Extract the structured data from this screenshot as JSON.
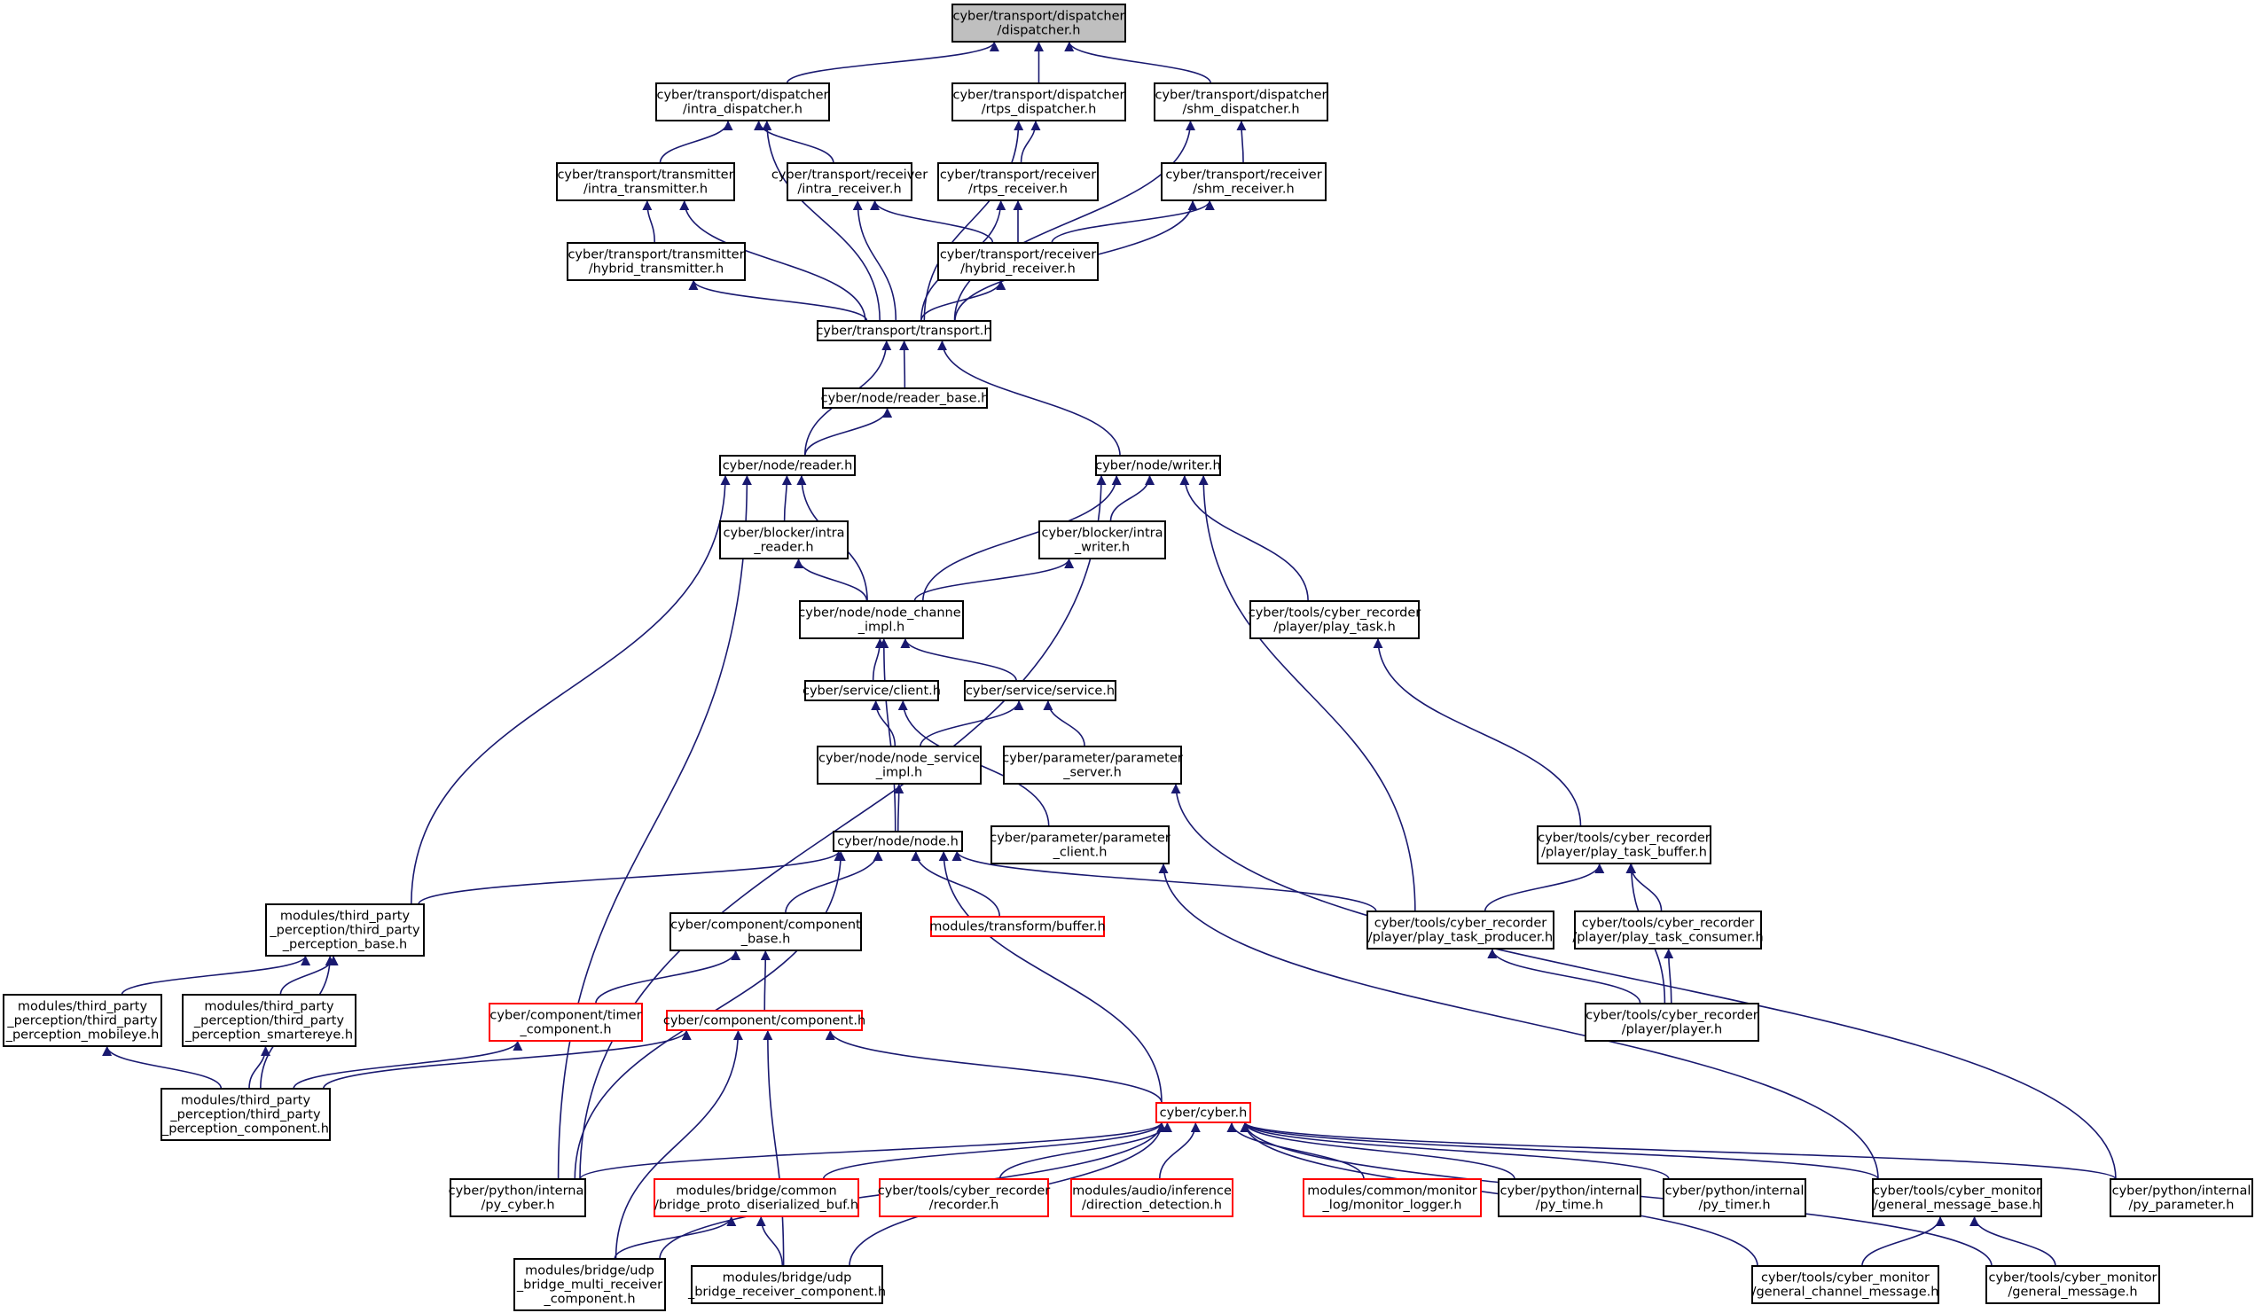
{
  "colors": {
    "edge": "#191970",
    "border_default": "#000000",
    "border_truncated": "#ff0000",
    "fill_root": "#bfbfbf",
    "fill_default": "#ffffff"
  },
  "nodes": [
    {
      "id": "dispatcher",
      "lines": [
        "cyber/transport/dispatcher",
        "/dispatcher.h"
      ],
      "style": "root"
    },
    {
      "id": "intra_dispatcher",
      "lines": [
        "cyber/transport/dispatcher",
        "/intra_dispatcher.h"
      ],
      "style": "normal"
    },
    {
      "id": "rtps_dispatcher",
      "lines": [
        "cyber/transport/dispatcher",
        "/rtps_dispatcher.h"
      ],
      "style": "normal"
    },
    {
      "id": "shm_dispatcher",
      "lines": [
        "cyber/transport/dispatcher",
        "/shm_dispatcher.h"
      ],
      "style": "normal"
    },
    {
      "id": "intra_transmitter",
      "lines": [
        "cyber/transport/transmitter",
        "/intra_transmitter.h"
      ],
      "style": "normal"
    },
    {
      "id": "intra_receiver",
      "lines": [
        "cyber/transport/receiver",
        "/intra_receiver.h"
      ],
      "style": "normal"
    },
    {
      "id": "rtps_receiver",
      "lines": [
        "cyber/transport/receiver",
        "/rtps_receiver.h"
      ],
      "style": "normal"
    },
    {
      "id": "shm_receiver",
      "lines": [
        "cyber/transport/receiver",
        "/shm_receiver.h"
      ],
      "style": "normal"
    },
    {
      "id": "hybrid_transmitter",
      "lines": [
        "cyber/transport/transmitter",
        "/hybrid_transmitter.h"
      ],
      "style": "normal"
    },
    {
      "id": "hybrid_receiver",
      "lines": [
        "cyber/transport/receiver",
        "/hybrid_receiver.h"
      ],
      "style": "normal"
    },
    {
      "id": "transport",
      "lines": [
        "cyber/transport/transport.h"
      ],
      "style": "normal"
    },
    {
      "id": "reader_base",
      "lines": [
        "cyber/node/reader_base.h"
      ],
      "style": "normal"
    },
    {
      "id": "reader",
      "lines": [
        "cyber/node/reader.h"
      ],
      "style": "normal"
    },
    {
      "id": "writer",
      "lines": [
        "cyber/node/writer.h"
      ],
      "style": "normal"
    },
    {
      "id": "intra_reader",
      "lines": [
        "cyber/blocker/intra",
        "_reader.h"
      ],
      "style": "normal"
    },
    {
      "id": "intra_writer",
      "lines": [
        "cyber/blocker/intra",
        "_writer.h"
      ],
      "style": "normal"
    },
    {
      "id": "node_channel_impl",
      "lines": [
        "cyber/node/node_channel",
        "_impl.h"
      ],
      "style": "normal"
    },
    {
      "id": "play_task",
      "lines": [
        "cyber/tools/cyber_recorder",
        "/player/play_task.h"
      ],
      "style": "normal"
    },
    {
      "id": "client",
      "lines": [
        "cyber/service/client.h"
      ],
      "style": "normal"
    },
    {
      "id": "service",
      "lines": [
        "cyber/service/service.h"
      ],
      "style": "normal"
    },
    {
      "id": "node_service_impl",
      "lines": [
        "cyber/node/node_service",
        "_impl.h"
      ],
      "style": "normal"
    },
    {
      "id": "parameter_server",
      "lines": [
        "cyber/parameter/parameter",
        "_server.h"
      ],
      "style": "normal"
    },
    {
      "id": "node",
      "lines": [
        "cyber/node/node.h"
      ],
      "style": "normal"
    },
    {
      "id": "parameter_client",
      "lines": [
        "cyber/parameter/parameter",
        "_client.h"
      ],
      "style": "normal"
    },
    {
      "id": "play_task_buffer",
      "lines": [
        "cyber/tools/cyber_recorder",
        "/player/play_task_buffer.h"
      ],
      "style": "normal"
    },
    {
      "id": "tp_base",
      "lines": [
        "modules/third_party",
        "_perception/third_party",
        "_perception_base.h"
      ],
      "style": "normal"
    },
    {
      "id": "component_base",
      "lines": [
        "cyber/component/component",
        "_base.h"
      ],
      "style": "normal"
    },
    {
      "id": "transform_buffer",
      "lines": [
        "modules/transform/buffer.h"
      ],
      "style": "truncated"
    },
    {
      "id": "play_task_producer",
      "lines": [
        "cyber/tools/cyber_recorder",
        "/player/play_task_producer.h"
      ],
      "style": "normal"
    },
    {
      "id": "play_task_consumer",
      "lines": [
        "cyber/tools/cyber_recorder",
        "/player/play_task_consumer.h"
      ],
      "style": "normal"
    },
    {
      "id": "tp_mobileye",
      "lines": [
        "modules/third_party",
        "_perception/third_party",
        "_perception_mobileye.h"
      ],
      "style": "normal"
    },
    {
      "id": "tp_smartereye",
      "lines": [
        "modules/third_party",
        "_perception/third_party",
        "_perception_smartereye.h"
      ],
      "style": "normal"
    },
    {
      "id": "timer_component",
      "lines": [
        "cyber/component/timer",
        "_component.h"
      ],
      "style": "truncated"
    },
    {
      "id": "component",
      "lines": [
        "cyber/component/component.h"
      ],
      "style": "truncated"
    },
    {
      "id": "player",
      "lines": [
        "cyber/tools/cyber_recorder",
        "/player/player.h"
      ],
      "style": "normal"
    },
    {
      "id": "tp_component",
      "lines": [
        "modules/third_party",
        "_perception/third_party",
        "_perception_component.h"
      ],
      "style": "normal"
    },
    {
      "id": "cyber",
      "lines": [
        "cyber/cyber.h"
      ],
      "style": "truncated"
    },
    {
      "id": "py_cyber",
      "lines": [
        "cyber/python/internal",
        "/py_cyber.h"
      ],
      "style": "normal"
    },
    {
      "id": "bridge_buf",
      "lines": [
        "modules/bridge/common",
        "/bridge_proto_diserialized_buf.h"
      ],
      "style": "truncated"
    },
    {
      "id": "recorder",
      "lines": [
        "cyber/tools/cyber_recorder",
        "/recorder.h"
      ],
      "style": "truncated"
    },
    {
      "id": "direction_detection",
      "lines": [
        "modules/audio/inference",
        "/direction_detection.h"
      ],
      "style": "truncated"
    },
    {
      "id": "monitor_logger",
      "lines": [
        "modules/common/monitor",
        "_log/monitor_logger.h"
      ],
      "style": "truncated"
    },
    {
      "id": "py_time",
      "lines": [
        "cyber/python/internal",
        "/py_time.h"
      ],
      "style": "normal"
    },
    {
      "id": "py_timer",
      "lines": [
        "cyber/python/internal",
        "/py_timer.h"
      ],
      "style": "normal"
    },
    {
      "id": "general_message_base",
      "lines": [
        "cyber/tools/cyber_monitor",
        "/general_message_base.h"
      ],
      "style": "normal"
    },
    {
      "id": "py_parameter",
      "lines": [
        "cyber/python/internal",
        "/py_parameter.h"
      ],
      "style": "normal"
    },
    {
      "id": "udp_multi_receiver",
      "lines": [
        "modules/bridge/udp",
        "_bridge_multi_receiver",
        "_component.h"
      ],
      "style": "normal"
    },
    {
      "id": "udp_receiver",
      "lines": [
        "modules/bridge/udp",
        "_bridge_receiver_component.h"
      ],
      "style": "normal"
    },
    {
      "id": "general_channel_message",
      "lines": [
        "cyber/tools/cyber_monitor",
        "/general_channel_message.h"
      ],
      "style": "normal"
    },
    {
      "id": "general_message",
      "lines": [
        "cyber/tools/cyber_monitor",
        "/general_message.h"
      ],
      "style": "normal"
    }
  ],
  "edges": [
    [
      "intra_dispatcher",
      "dispatcher"
    ],
    [
      "rtps_dispatcher",
      "dispatcher"
    ],
    [
      "shm_dispatcher",
      "dispatcher"
    ],
    [
      "intra_transmitter",
      "intra_dispatcher"
    ],
    [
      "intra_receiver",
      "intra_dispatcher"
    ],
    [
      "transport",
      "intra_dispatcher"
    ],
    [
      "rtps_receiver",
      "rtps_dispatcher"
    ],
    [
      "transport",
      "rtps_dispatcher"
    ],
    [
      "shm_receiver",
      "shm_dispatcher"
    ],
    [
      "transport",
      "shm_dispatcher"
    ],
    [
      "hybrid_transmitter",
      "intra_transmitter"
    ],
    [
      "transport",
      "intra_transmitter"
    ],
    [
      "hybrid_receiver",
      "intra_receiver"
    ],
    [
      "transport",
      "intra_receiver"
    ],
    [
      "hybrid_receiver",
      "rtps_receiver"
    ],
    [
      "transport",
      "rtps_receiver"
    ],
    [
      "hybrid_receiver",
      "shm_receiver"
    ],
    [
      "transport",
      "shm_receiver"
    ],
    [
      "transport",
      "hybrid_transmitter"
    ],
    [
      "transport",
      "hybrid_receiver"
    ],
    [
      "reader_base",
      "transport"
    ],
    [
      "reader",
      "transport"
    ],
    [
      "writer",
      "transport"
    ],
    [
      "reader",
      "reader_base"
    ],
    [
      "intra_reader",
      "reader"
    ],
    [
      "node_channel_impl",
      "reader"
    ],
    [
      "tp_base",
      "reader"
    ],
    [
      "py_cyber",
      "reader"
    ],
    [
      "intra_writer",
      "writer"
    ],
    [
      "node_channel_impl",
      "writer"
    ],
    [
      "play_task",
      "writer"
    ],
    [
      "play_task_producer",
      "writer"
    ],
    [
      "py_cyber",
      "writer"
    ],
    [
      "node_channel_impl",
      "intra_reader"
    ],
    [
      "node_channel_impl",
      "intra_writer"
    ],
    [
      "client",
      "node_channel_impl"
    ],
    [
      "service",
      "node_channel_impl"
    ],
    [
      "node",
      "node_channel_impl"
    ],
    [
      "play_task_buffer",
      "play_task"
    ],
    [
      "node_service_impl",
      "client"
    ],
    [
      "parameter_client",
      "client"
    ],
    [
      "node_service_impl",
      "service"
    ],
    [
      "parameter_server",
      "service"
    ],
    [
      "node",
      "node_service_impl"
    ],
    [
      "py_parameter",
      "parameter_server"
    ],
    [
      "tp_base",
      "node"
    ],
    [
      "component_base",
      "node"
    ],
    [
      "transform_buffer",
      "node"
    ],
    [
      "play_task_producer",
      "node"
    ],
    [
      "py_cyber",
      "node"
    ],
    [
      "cyber",
      "node"
    ],
    [
      "general_message_base",
      "parameter_client"
    ],
    [
      "play_task_producer",
      "play_task_buffer"
    ],
    [
      "play_task_consumer",
      "play_task_buffer"
    ],
    [
      "player",
      "play_task_buffer"
    ],
    [
      "tp_mobileye",
      "tp_base"
    ],
    [
      "tp_smartereye",
      "tp_base"
    ],
    [
      "tp_component",
      "tp_base"
    ],
    [
      "timer_component",
      "component_base"
    ],
    [
      "component",
      "component_base"
    ],
    [
      "player",
      "play_task_producer"
    ],
    [
      "player",
      "play_task_consumer"
    ],
    [
      "tp_component",
      "tp_mobileye"
    ],
    [
      "tp_component",
      "tp_smartereye"
    ],
    [
      "tp_component",
      "timer_component"
    ],
    [
      "tp_component",
      "component"
    ],
    [
      "cyber",
      "component"
    ],
    [
      "udp_multi_receiver",
      "component"
    ],
    [
      "udp_receiver",
      "component"
    ],
    [
      "py_cyber",
      "cyber"
    ],
    [
      "bridge_buf",
      "cyber"
    ],
    [
      "recorder",
      "cyber"
    ],
    [
      "direction_detection",
      "cyber"
    ],
    [
      "monitor_logger",
      "cyber"
    ],
    [
      "py_time",
      "cyber"
    ],
    [
      "py_timer",
      "cyber"
    ],
    [
      "general_message_base",
      "cyber"
    ],
    [
      "py_parameter",
      "cyber"
    ],
    [
      "udp_multi_receiver",
      "cyber"
    ],
    [
      "udp_receiver",
      "cyber"
    ],
    [
      "general_channel_message",
      "cyber"
    ],
    [
      "general_message",
      "cyber"
    ],
    [
      "udp_multi_receiver",
      "bridge_buf"
    ],
    [
      "udp_receiver",
      "bridge_buf"
    ],
    [
      "general_channel_message",
      "general_message_base"
    ],
    [
      "general_message",
      "general_message_base"
    ]
  ]
}
